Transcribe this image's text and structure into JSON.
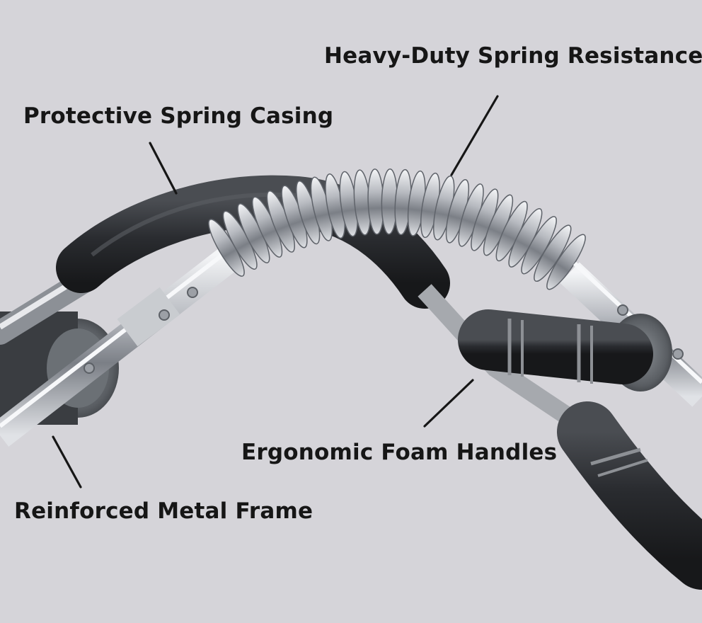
{
  "callouts": {
    "spring_resistance": "Heavy-Duty Spring Resistance",
    "spring_casing": "Protective Spring Casing",
    "foam_handles": "Ergonomic Foam Handles",
    "metal_frame": "Reinforced Metal Frame"
  },
  "colors": {
    "background": "#d5d4d9",
    "text": "#161616",
    "foam": "#2b2d30",
    "chrome": "#b9bcc1"
  }
}
